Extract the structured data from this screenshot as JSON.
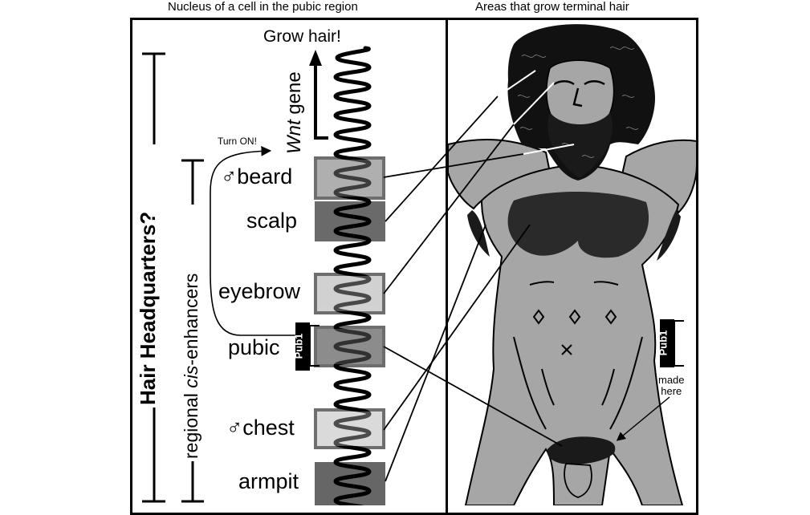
{
  "panels": {
    "left_title": "Nucleus of a cell in the pubic region",
    "right_title": "Areas that grow terminal hair"
  },
  "left": {
    "headline_vertical": "Hair Headquarters?",
    "enhancers_vertical_prefix": "regional ",
    "enhancers_vertical_italic": "cis",
    "enhancers_vertical_suffix": "-enhancers",
    "grow_hair": "Grow hair!",
    "gene_italic": "Wnt",
    "gene_suffix": " gene",
    "turn_on": "Turn ON!",
    "pub1_tag": "Pub1",
    "male_symbol": "♂",
    "enhancers": [
      {
        "label": "beard",
        "male": true,
        "fill": "#b0b0b0",
        "border": "#6e6e6e",
        "target": "beard"
      },
      {
        "label": "scalp",
        "male": false,
        "fill": "#6a6a6a",
        "border": "#6a6a6a",
        "target": "scalp"
      },
      {
        "label": "eyebrow",
        "male": false,
        "fill": "#d2d2d2",
        "border": "#6e6e6e",
        "target": "eyebrow"
      },
      {
        "label": "pubic",
        "male": false,
        "fill": "#8c8c8c",
        "border": "#6e6e6e",
        "target": "pubic"
      },
      {
        "label": "chest",
        "male": true,
        "fill": "#dadada",
        "border": "#6e6e6e",
        "target": "chest"
      },
      {
        "label": "armpit",
        "male": false,
        "fill": "#666666",
        "border": "#666666",
        "target": "armpit"
      }
    ]
  },
  "right": {
    "pub1_tag": "Pub1",
    "made_here": [
      "made",
      "here"
    ],
    "figure": "Illustration of a bearded man with curly hair, hairy chest, armpit hair and pubic hair",
    "skin_color": "#a6a6a6"
  }
}
